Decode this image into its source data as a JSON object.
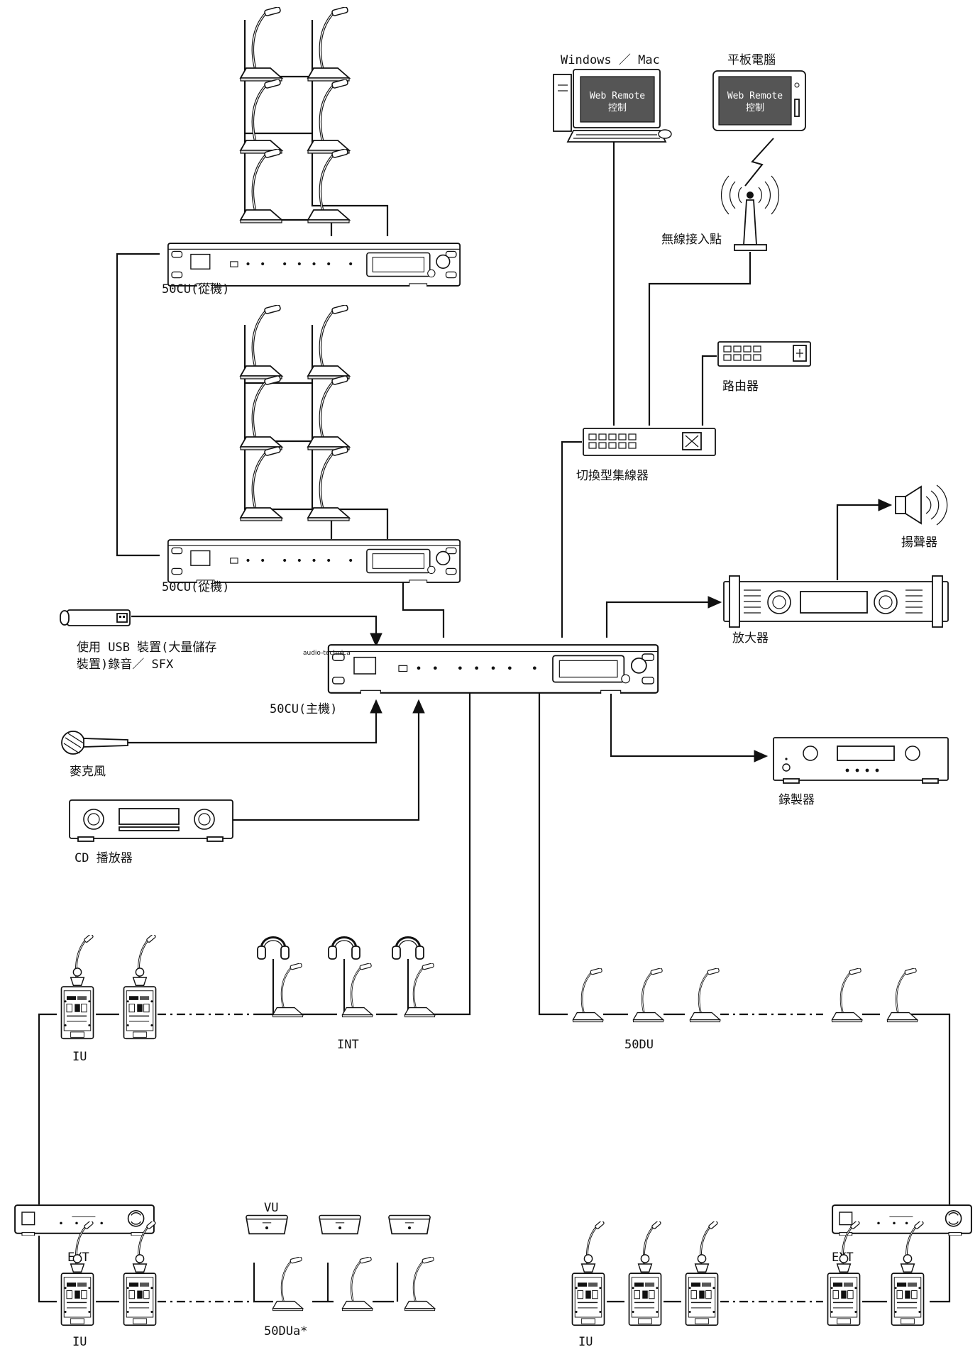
{
  "labels": {
    "slave_cu_top": "50CU(從機)",
    "slave_cu_mid": "50CU(從機)",
    "master_cu": "50CU(主機)",
    "usb_device_line1": "使用 USB 裝置(大量儲存",
    "usb_device_line2": "裝置)錄音／ SFX",
    "microphone": "麥克風",
    "cd_player": "CD 播放器",
    "windows_mac": "Windows ／ Mac",
    "tablet": "平板電腦",
    "web_remote": "Web Remote",
    "web_remote_control": "控制",
    "web_remote_tablet": "Web Remote",
    "web_remote_tablet_control": "控制",
    "wireless_ap": "無線接入點",
    "router": "路由器",
    "switching_hub": "切換型集線器",
    "speaker": "揚聲器",
    "amplifier": "放大器",
    "recorder": "錄製器",
    "iu_top": "IU",
    "int": "INT",
    "du_50": "50DU",
    "ext_left": "EXT",
    "ext_right": "EXT",
    "vu": "VU",
    "dua_50": "50DUa*",
    "iu_bottom_left": "IU",
    "iu_bottom_right": "IU",
    "brand": "audio-technica"
  }
}
